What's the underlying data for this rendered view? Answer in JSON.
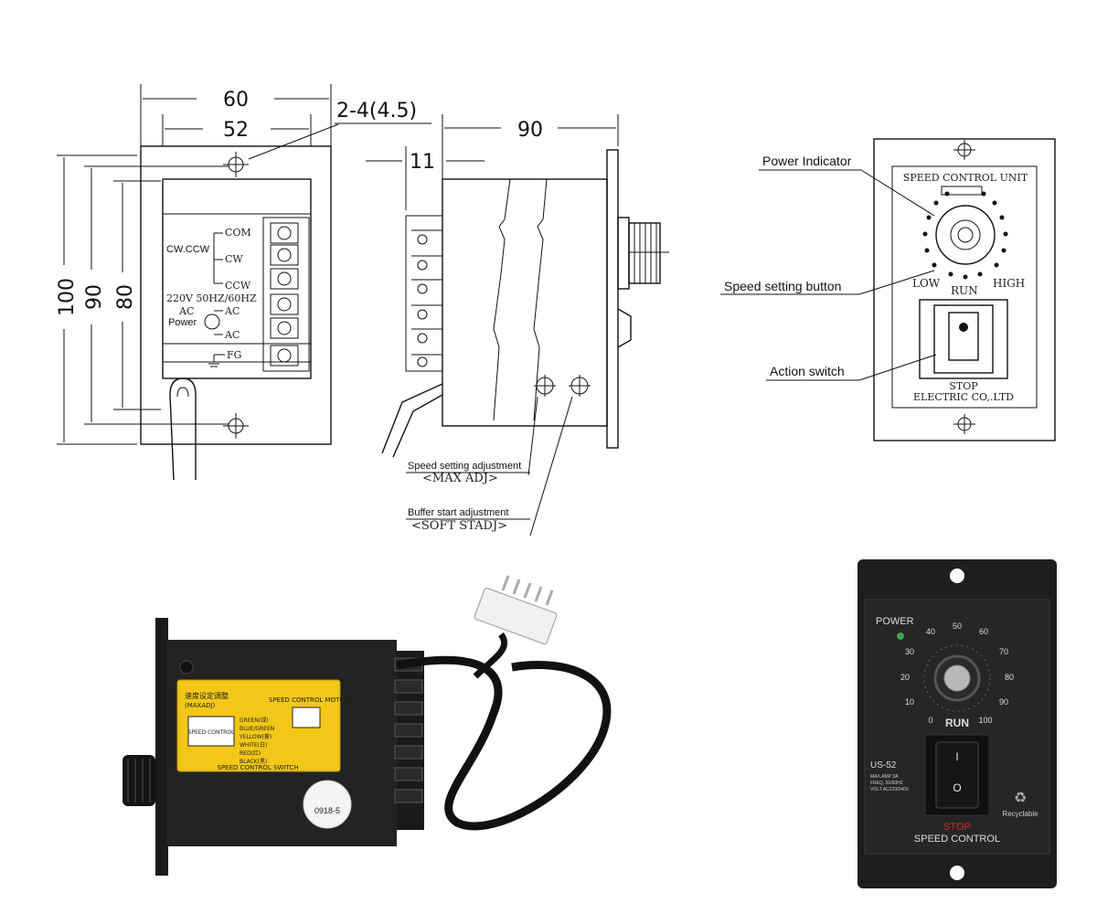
{
  "front_view": {
    "dim_60": "60",
    "dim_52": "52",
    "hole_spec": "2-4(4.5)",
    "dim_100": "100",
    "dim_90": "90",
    "dim_80": "80",
    "terminal_com": "COM",
    "terminal_cw": "CW",
    "terminal_ccw": "CCW",
    "cw_ccw_label": "CW.CCW",
    "supply_spec": "220V 50HZ/60HZ",
    "ac_label_1": "AC",
    "ac_label_2": "AC",
    "ac_label_3": "AC",
    "power_label": "Power",
    "fg_label": "FG"
  },
  "side_view": {
    "dim_90": "90",
    "dim_11": "11",
    "speed_adj_label": "Speed setting adjustment",
    "speed_adj_code": "<MAX ADJ>",
    "buffer_label": "Buffer start adjustment",
    "buffer_code": "<SOFT STADJ>"
  },
  "panel_view": {
    "power_indicator_label": "Power Indicator",
    "unit_title": "SPEED CONTROL UNIT",
    "low_label": "LOW",
    "run_label": "RUN",
    "high_label": "HIGH",
    "speed_button_label": "Speed setting button",
    "action_switch_label": "Action switch",
    "stop_label": "STOP",
    "maker_label": "ELECTRIC CO,.LTD"
  },
  "photo_left": {
    "sticker_cn_title": "速度设定调整",
    "sticker_maxadj": "(MAXADJ)",
    "sticker_motor": "SPEED CONTROL MOTOR",
    "box_label": "SPEED CONTROL",
    "wire_1": "GREEN(绿)",
    "wire_2": "BLUE/GREEN",
    "wire_3": "YELLOW(黄)",
    "wire_4": "WHITE(白)",
    "wire_5": "RED(红)",
    "wire_6": "BLACK(黑)",
    "sticker_switch": "SPEED CONTROL SWITCH",
    "serial_label": "0918-5"
  },
  "photo_right": {
    "power_label": "POWER",
    "dial_numbers": [
      "0",
      "10",
      "20",
      "30",
      "40",
      "50",
      "60",
      "70",
      "80",
      "90",
      "100"
    ],
    "run_label": "RUN",
    "model": "US-52",
    "spec_amp": "MAX.AMP 3A",
    "spec_freq": "FREQ. 50/60HZ",
    "spec_volt": "VOLT AC220/240V",
    "switch_on": "I",
    "switch_off": "O",
    "recyclable_label": "Recyclable",
    "stop_label": "STOP",
    "footer_label": "SPEED CONTROL"
  },
  "colors": {
    "panel_black": "#1e1e1e",
    "sticker_yellow": "#f2c718",
    "stop_red": "#c4302b",
    "led_green": "#3fa34d"
  }
}
